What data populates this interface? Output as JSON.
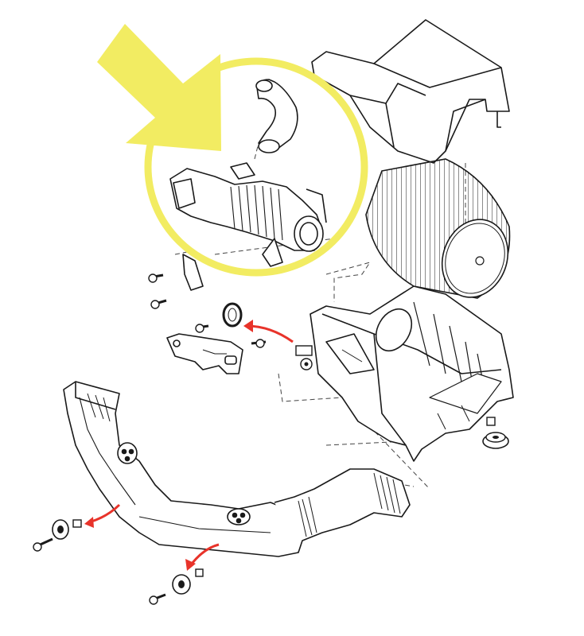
{
  "diagram": {
    "parts": [
      {
        "name": "air-box-lid"
      },
      {
        "name": "air-filter-element"
      },
      {
        "name": "air-box-lower-housing"
      },
      {
        "name": "intake-hose-assembly",
        "highlighted": true
      },
      {
        "name": "mounting-bracket"
      },
      {
        "name": "air-intake-duct"
      },
      {
        "name": "rubber-mount"
      },
      {
        "name": "grommet"
      },
      {
        "name": "bolt"
      }
    ],
    "colors": {
      "highlight": "#f2ec62",
      "arrow": "#e8332a",
      "line": "#1a1a1a",
      "dash": "#444444"
    }
  }
}
